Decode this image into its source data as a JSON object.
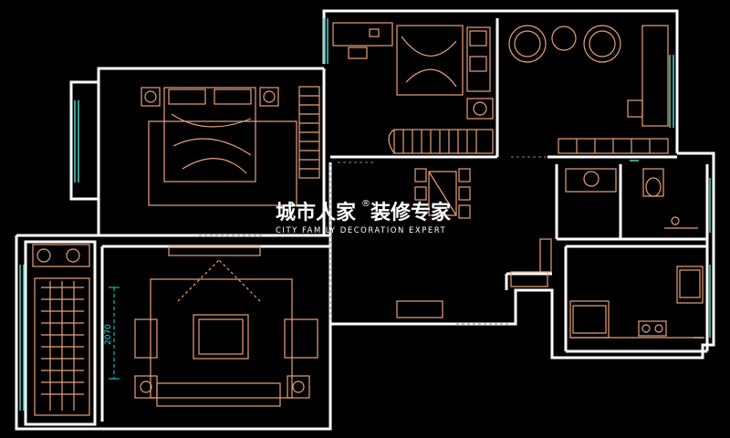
{
  "watermark": {
    "cn_left": "城市人家",
    "registered_mark": "®",
    "cn_right": "装修专家",
    "en": "CITY FAMILY  DECORATION EXPERT",
    "color": "#ffffff"
  },
  "dimension_label": "2070",
  "colors": {
    "background": "#000000",
    "wall": "#ffffff",
    "furniture": "#e8a07a",
    "dimension": "#00e5e5",
    "window": "#4fd1c5",
    "gray_line": "#8a8a8a"
  }
}
